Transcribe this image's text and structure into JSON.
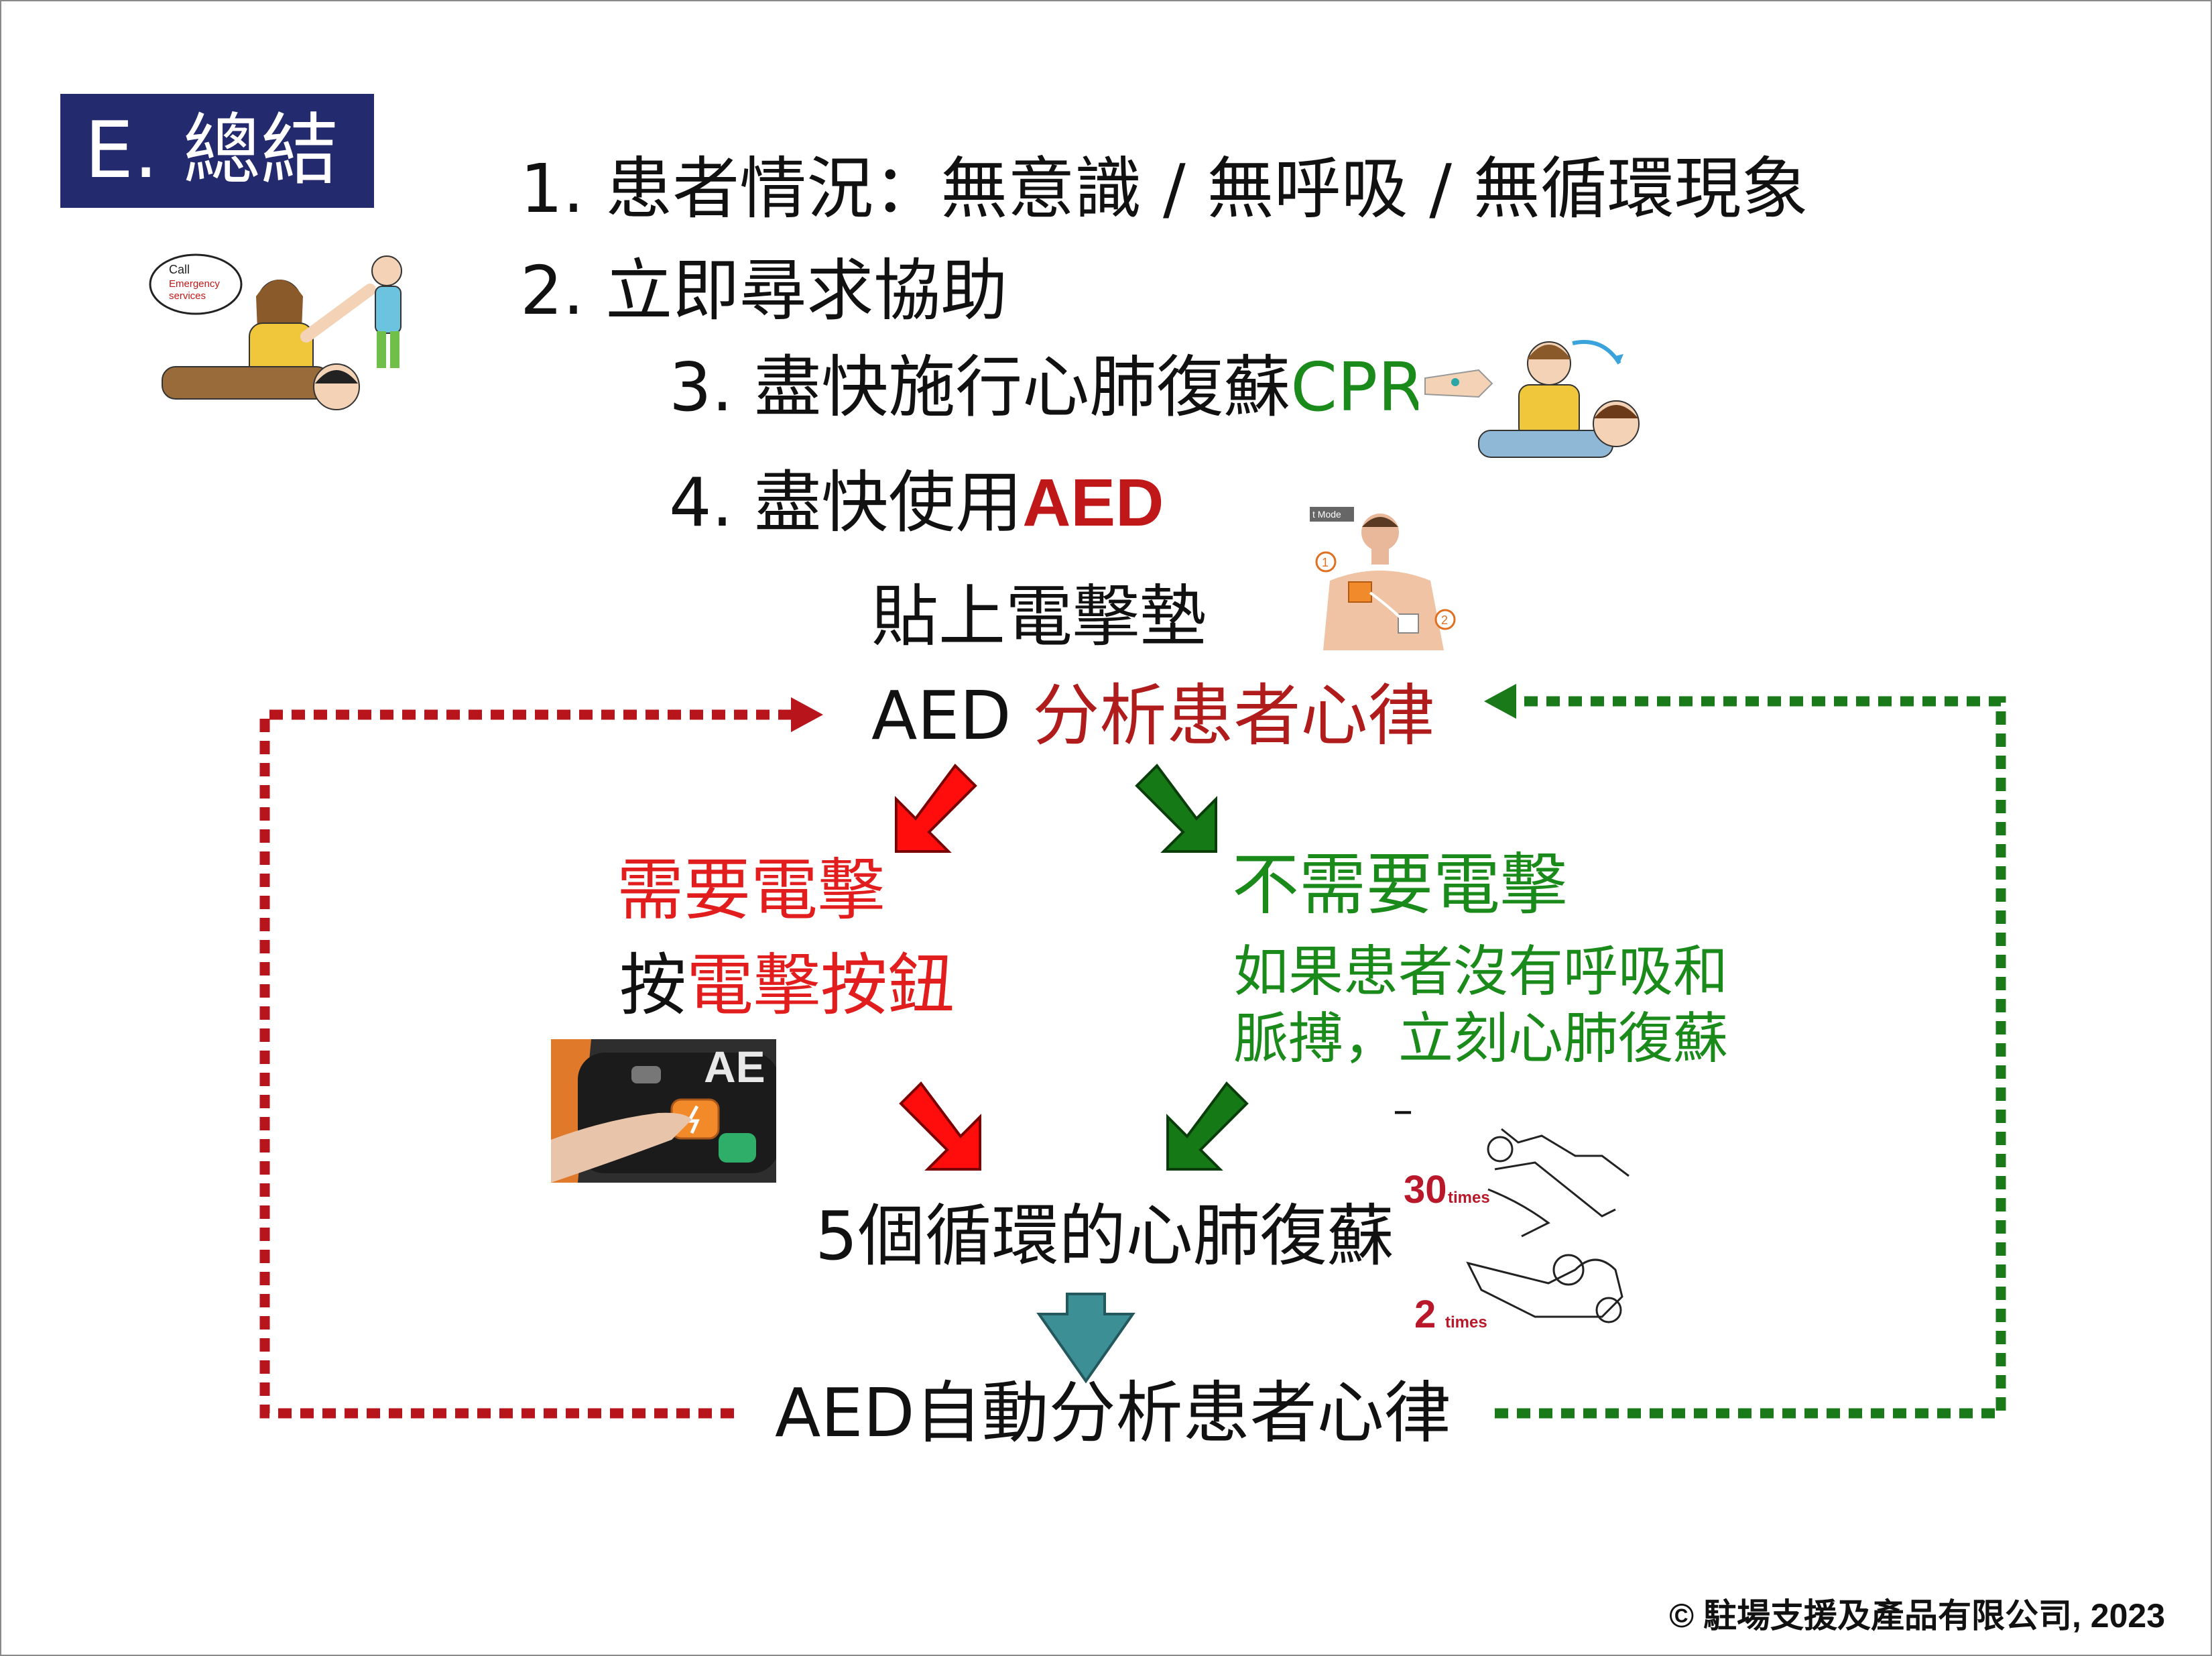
{
  "title": "E. 總結",
  "steps": {
    "s1": "1. 患者情況：無意識 / 無呼吸 / 無循環現象",
    "s2": "2. 立即尋求協助",
    "s3_main": "3. 盡快施行心肺復蘇",
    "s3_accent": "CPR",
    "s4_main": "4. 盡快使用",
    "s4_accent": "AED"
  },
  "flow": {
    "attach_pads": "貼上電擊墊",
    "analyze_prefix": "AED ",
    "analyze_accent": "分析患者心律",
    "shock_needed": "需要電擊",
    "press_prefix": "按",
    "press_accent": "電擊按鈕",
    "no_shock": "不需要電擊",
    "no_shock_line1": "如果患者沒有呼吸和",
    "no_shock_line2": "脈搏，立刻心肺復蘇",
    "cpr_cycles": "5個循環的心肺復蘇",
    "auto_analyze": "AED自動分析患者心律",
    "dash": "–"
  },
  "illustrations": {
    "call_bubble_1": "Call",
    "call_bubble_2": "Emergency",
    "call_bubble_3": "services",
    "compressions_count": "30",
    "compressions_unit": "times",
    "breaths_count": "2",
    "breaths_unit": "times",
    "pad_marker_1": "1",
    "pad_marker_2": "2",
    "aed_logo": "AE",
    "monitor_tag": "t Mode"
  },
  "copyright": "© 駐場支援及產品有限公司, 2023",
  "colors": {
    "title_bg": "#242a6e",
    "cpr_green": "#1a8a1a",
    "aed_red": "#c01818",
    "shock_red": "#e21d1d",
    "analysis_darkred": "#b01c1c",
    "loop_red": "#b8141c",
    "loop_green": "#1a7a1a",
    "down_arrow_teal": "#3d8f96"
  },
  "icons": [
    "emergency-call-illustration",
    "cpr-illustration",
    "aed-pads-illustration",
    "aed-shock-button-photo",
    "cpr-30-2-illustration"
  ]
}
